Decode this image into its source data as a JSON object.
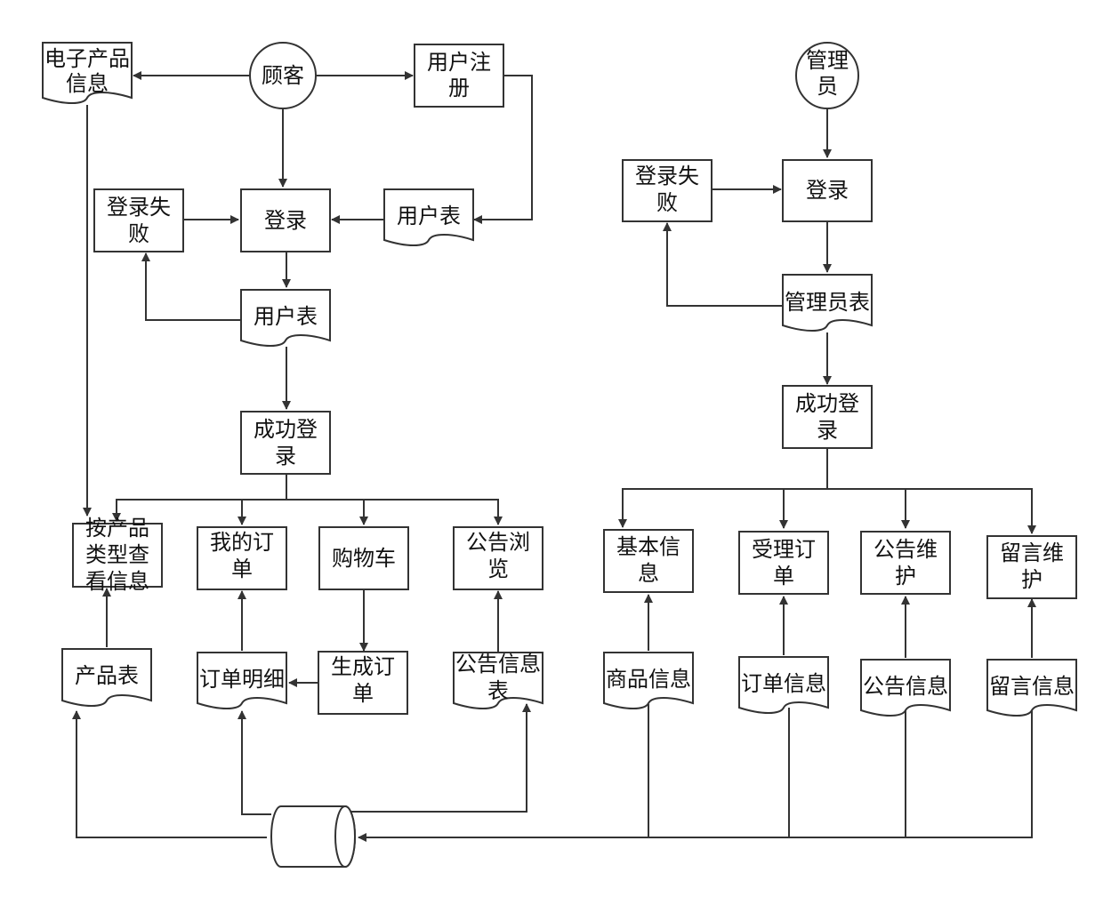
{
  "colors": {
    "stroke": "#333333",
    "background": "#ffffff",
    "text": "#111111"
  },
  "nodes": {
    "customer": "顾客",
    "product_info": [
      "电子产品",
      "信息"
    ],
    "user_register": [
      "用户注",
      "册"
    ],
    "login_fail_c": [
      "登录失",
      "败"
    ],
    "login_c": "登录",
    "user_table_a": "用户表",
    "user_table_b": "用户表",
    "success_c": [
      "成功登",
      "录"
    ],
    "browse_by_type": [
      "按产品",
      "类型查",
      "看信息"
    ],
    "my_orders": [
      "我的订",
      "单"
    ],
    "cart": "购物车",
    "notice_browse": [
      "公告浏",
      "览"
    ],
    "product_table": "产品表",
    "order_detail": "订单明细",
    "create_order": [
      "生成订",
      "单"
    ],
    "notice_info_table": [
      "公告信息",
      "表"
    ],
    "admin": [
      "管理",
      "员"
    ],
    "login_fail_a": [
      "登录失",
      "败"
    ],
    "login_a": "登录",
    "admin_table": "管理员表",
    "success_a": [
      "成功登",
      "录"
    ],
    "basic_info": [
      "基本信",
      "息"
    ],
    "accept_order": [
      "受理订",
      "单"
    ],
    "notice_maint": [
      "公告维",
      "护"
    ],
    "message_maint": [
      "留言维",
      "护"
    ],
    "goods_info": "商品信息",
    "order_info": "订单信息",
    "notice_info": "公告信息",
    "message_info": "留言信息"
  }
}
